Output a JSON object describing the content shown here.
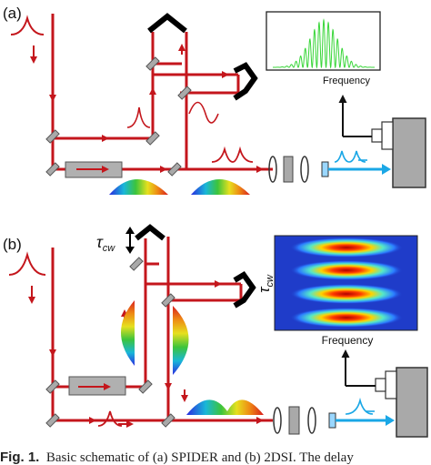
{
  "panel_a": {
    "label": "(a)",
    "spectrum_xlabel": "Frequency"
  },
  "panel_b": {
    "label": "(b)",
    "tau_symbol": "τ",
    "tau_subscript": "cw",
    "spectrogram_xlabel": "Frequency",
    "spectrogram_ylabel_symbol": "τ",
    "spectrogram_ylabel_subscript": "cw"
  },
  "caption": {
    "fig_label": "Fig. 1.",
    "text": "Basic schematic of (a) SPIDER and (b) 2DSI. The delay"
  },
  "colors": {
    "beam_red": "#c4161c",
    "beam_blue": "#1aa7e6",
    "component_gray": "#a9a9a9",
    "spectrum_green": "#39d639"
  }
}
